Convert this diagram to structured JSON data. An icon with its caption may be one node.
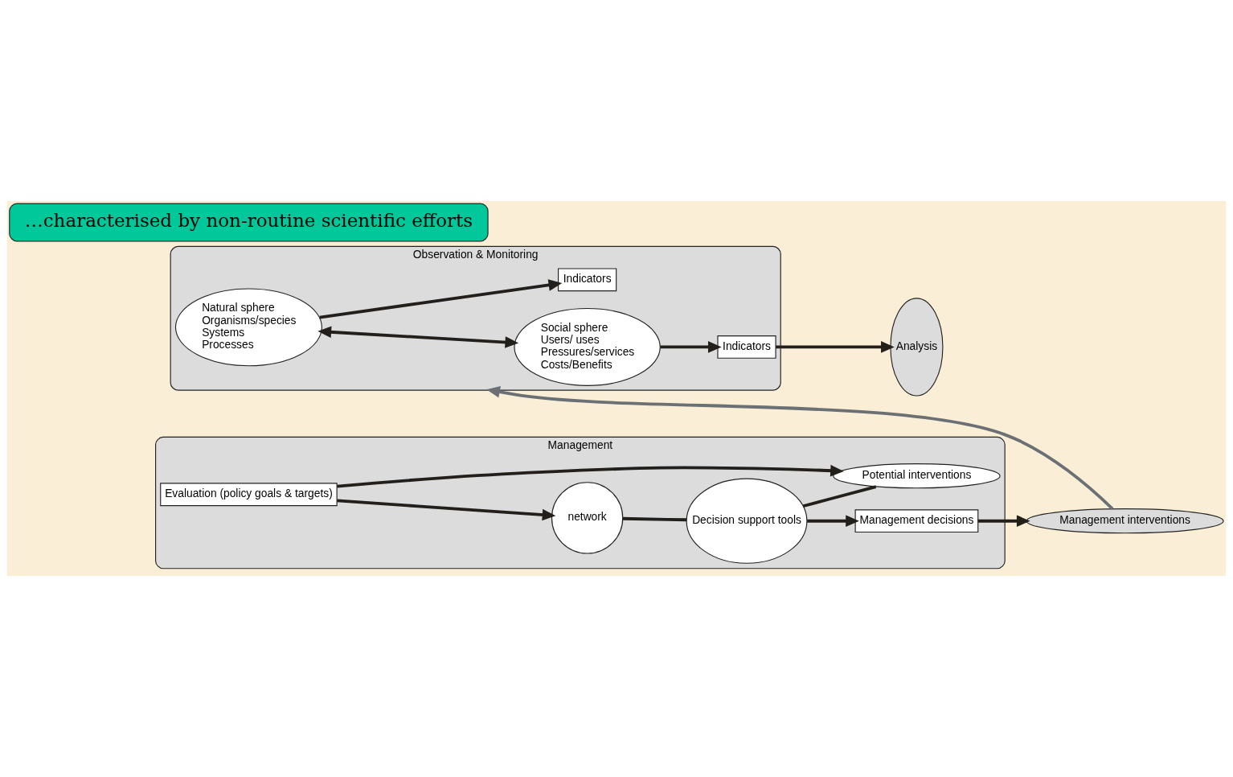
{
  "diagram": {
    "nodes": [
      {
        "text": [
          "Observation & Monitoring"
        ]
      },
      {
        "text": [
          "Natural sphere",
          "Organisms/species",
          "Systems",
          "Processes"
        ],
        "in": 0
      },
      {
        "text": [
          "Social sphere",
          "Users/ uses",
          "Pressures/services",
          "Costs/Benefits"
        ],
        "in": 0
      },
      {
        "text": [
          "Indicators"
        ],
        "in": 0
      },
      {
        "text": [
          "Indicators"
        ],
        "in": 0
      },
      {
        "text": [
          "Analysis"
        ]
      },
      {
        "text": [
          "Management"
        ]
      },
      {
        "text": [
          "Evaluation (policy goals & targets)"
        ],
        "in": 6
      },
      {
        "text": [
          "network"
        ],
        "in": 6
      },
      {
        "text": [
          "Decision support tools"
        ],
        "in": 6
      },
      {
        "text": [
          "Potential interventions"
        ],
        "in": 6
      },
      {
        "text": [
          "Management decisions"
        ],
        "in": 6
      },
      {
        "text": [
          "Management interventions"
        ]
      },
      {
        "text": [
          "…characterised by non-routine scientific efforts"
        ]
      }
    ],
    "edges": [
      {
        "from": 1,
        "to": 3,
        "arrow": "to"
      },
      {
        "from": 1,
        "to": 2,
        "arrow": "both"
      },
      {
        "from": 2,
        "to": 4,
        "arrow": "to"
      },
      {
        "from": 4,
        "to": 5,
        "arrow": "to"
      },
      {
        "from": 7,
        "to": 8,
        "arrow": "to"
      },
      {
        "from": 7,
        "to": 10,
        "arrow": "to"
      },
      {
        "from": 8,
        "to": 9,
        "arrow": "none"
      },
      {
        "from": 9,
        "to": 10,
        "arrow": "none"
      },
      {
        "from": 9,
        "to": 11,
        "arrow": "to"
      },
      {
        "from": 11,
        "to": 12,
        "arrow": "to"
      },
      {
        "from": 12,
        "to": 0,
        "arrow": "to",
        "color": "#6b7075"
      }
    ]
  }
}
